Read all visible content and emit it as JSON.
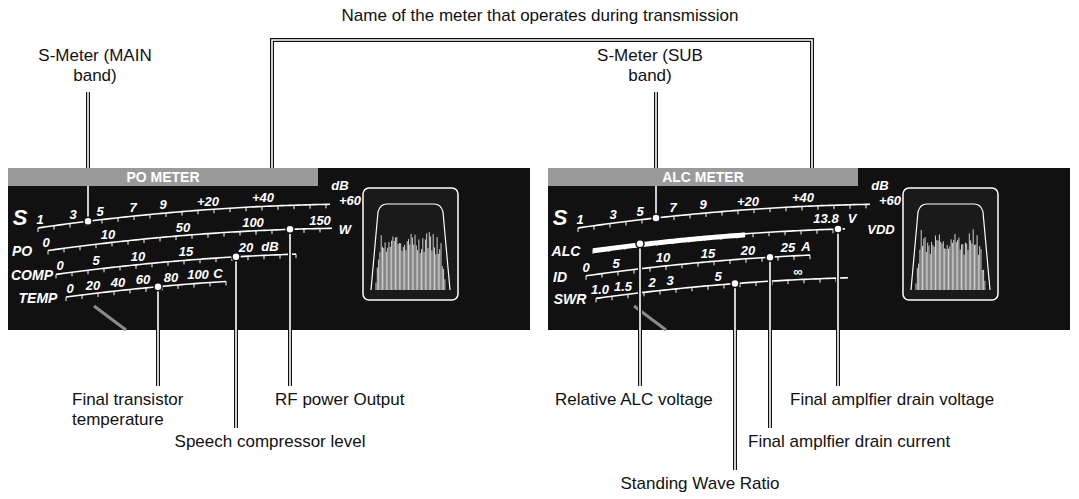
{
  "diagram": {
    "nodes": [
      {
        "text": [
          "PO METER"
        ]
      },
      {
        "text": [
          "ALC METER"
        ]
      }
    ],
    "labels": [
      "Name of the meter that operates during transmission",
      "S-Meter (MAIN band)",
      "S-Meter (SUB band)",
      "Final transistor temperature",
      "Speech compressor level",
      "RF power Output",
      "Relative ALC voltage",
      "Standing Wave Ratio",
      "Final amplfier drain current",
      "Final amplfier drain voltage",
      "S",
      "1",
      "3",
      "5",
      "7",
      "9",
      "+20",
      "+40",
      "dB",
      "+60",
      "PO",
      "0",
      "10",
      "50",
      "100",
      "150",
      "W",
      "COMP",
      "0",
      "5",
      "10",
      "15",
      "20",
      "dB",
      "TEMP",
      "0",
      "20",
      "40",
      "60",
      "80",
      "100",
      "C",
      "S",
      "1",
      "3",
      "5",
      "7",
      "9",
      "+20",
      "+40",
      "dB",
      "+60",
      "ALC",
      "13.8",
      "V",
      "VDD",
      "ID",
      "0",
      "5",
      "10",
      "15",
      "20",
      "25",
      "A",
      "SWR",
      "1.0",
      "1.5",
      "2",
      "3",
      "5",
      "∞"
    ]
  }
}
